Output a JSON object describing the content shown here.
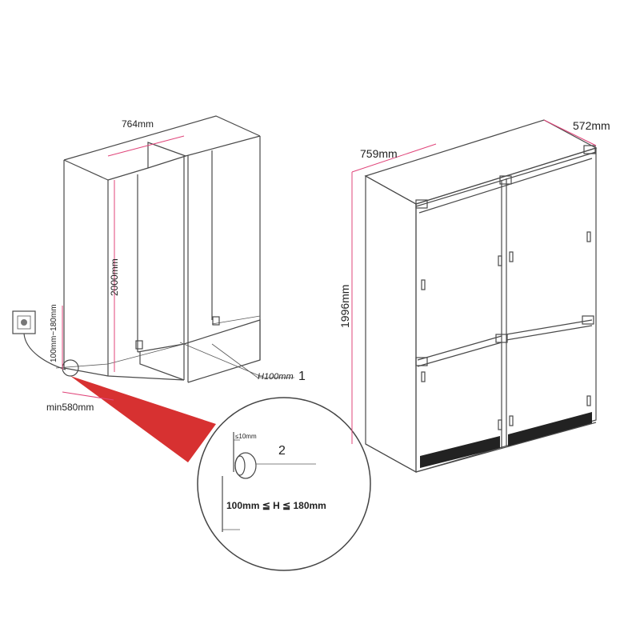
{
  "left_diagram": {
    "width_label": "764mm",
    "height_label": "2000mm",
    "socket_height_label": "100mm~180mm",
    "depth_label": "min580mm",
    "plinth_label": "H100mm",
    "callout_1": "1"
  },
  "detail": {
    "gap_label": "≤10mm",
    "callout_2": "2",
    "range_label": "100mm ≦ H ≦ 180mm"
  },
  "right_diagram": {
    "width_label": "759mm",
    "depth_label": "572mm",
    "height_label": "1996mm"
  },
  "colors": {
    "dimension": "#e0457a",
    "highlight_beam": "#d42020",
    "line": "#4a4a4a"
  }
}
